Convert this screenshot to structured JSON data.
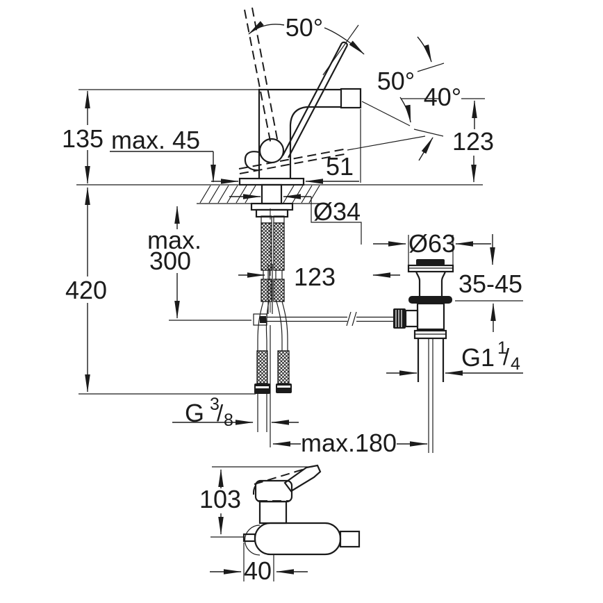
{
  "drawing": {
    "type": "technical-dimension-drawing",
    "subject": "single-lever basin mixer with pop-up waste, installation dimensions",
    "line_color": "#1b1b1b",
    "background": "#ffffff",
    "labels": {
      "angle_handle_top": "50°",
      "angle_handle_mid": "50°",
      "angle_spray": "40°",
      "height_body": "135",
      "deck_max": "max. 45",
      "spout_height": "123",
      "spout_reach": "51",
      "shank_dia": "Ø34",
      "hose_len_1": "max.",
      "hose_len_2": "300",
      "total_height": "420",
      "center_dist": "123",
      "drain_dia": "Ø63",
      "clamp_range": "35-45",
      "rod_max": "max.180",
      "plan_depth": "103",
      "plan_width": "40",
      "thread_drain": {
        "base": "G1",
        "sup": "1",
        "slash": "/",
        "sub": "4"
      },
      "thread_hose": {
        "base": "G",
        "sup": "3",
        "slash": "/",
        "sub": "8"
      }
    }
  }
}
